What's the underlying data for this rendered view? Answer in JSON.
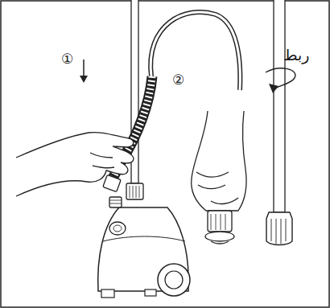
{
  "diagram": {
    "labels": [
      "①",
      "②",
      "ربط"
    ]
  }
}
